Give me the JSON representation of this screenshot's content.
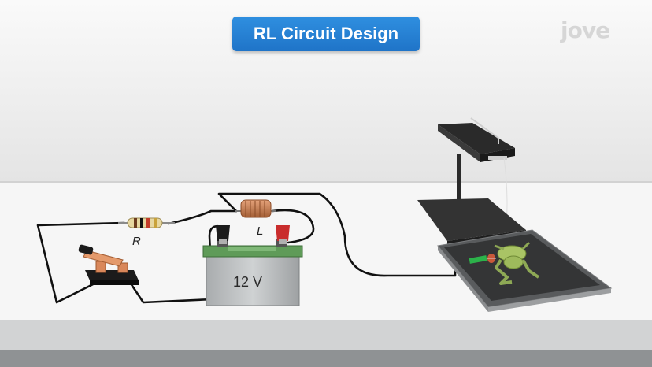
{
  "title": "RL Circuit Design",
  "logo_text": "jove",
  "components": {
    "resistor_label": "R",
    "inductor_label": "L",
    "battery_label": "12 V"
  },
  "colors": {
    "title_bg": "#2684d8",
    "wire": "#111111",
    "copper": "#d98b5c",
    "battery": "#b9bcbe",
    "tray": "#4a4a4a",
    "frog": "#a9c465"
  },
  "icons": [
    "knife-switch-icon",
    "resistor-icon",
    "inductor-coil-icon",
    "battery-icon",
    "stimulator-stand-icon",
    "dissection-tray-icon",
    "frog-icon"
  ]
}
